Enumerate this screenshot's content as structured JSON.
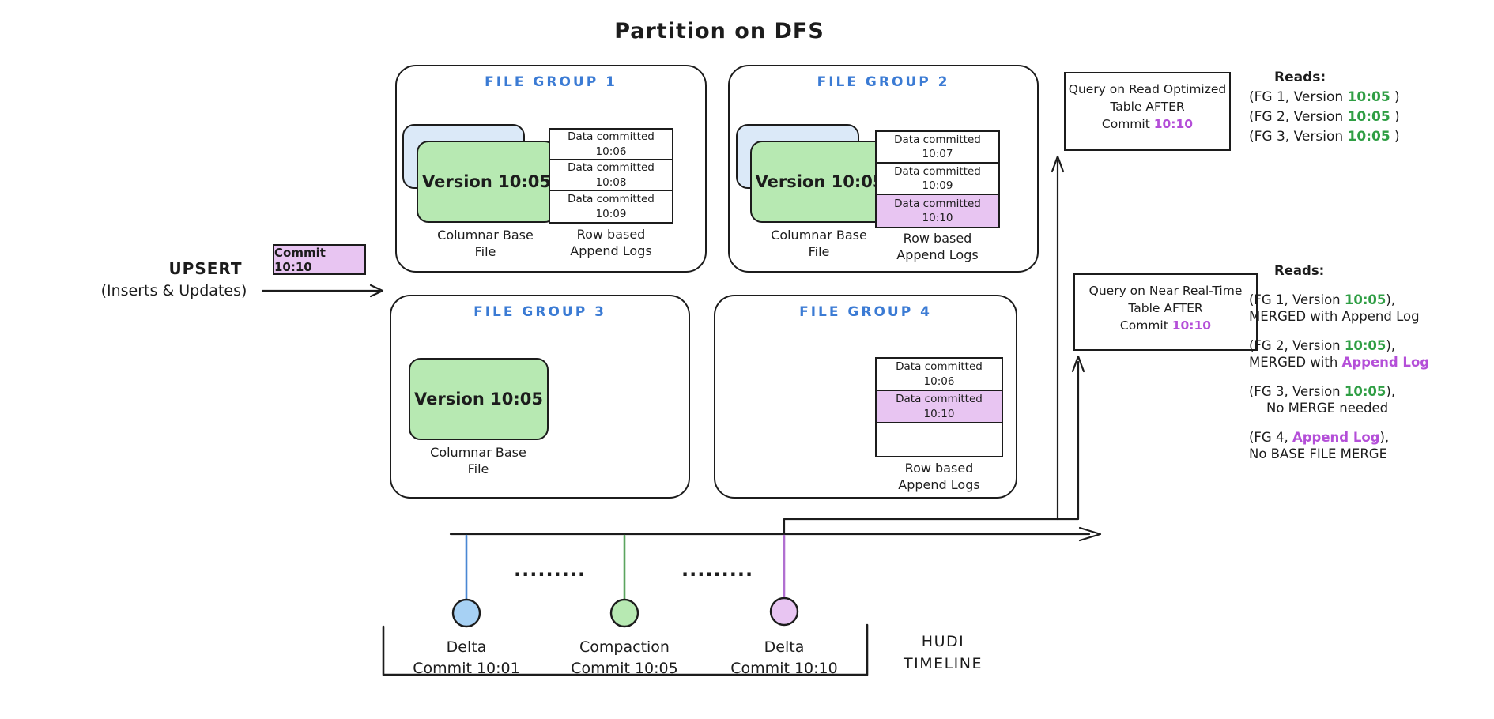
{
  "title": "Partition on DFS",
  "upsert": {
    "title": "UPSERT",
    "subtitle": "(Inserts & Updates)"
  },
  "commit_box": {
    "label": "Commit 10:10"
  },
  "file_groups": {
    "fg1": {
      "name": "FILE GROUP 1",
      "base_version": "Version 10:05",
      "base_caption_line1": "Columnar Base",
      "base_caption_line2": "File",
      "log_rows": [
        {
          "line1": "Data committed",
          "line2": "10:06"
        },
        {
          "line1": "Data committed",
          "line2": "10:08"
        },
        {
          "line1": "Data committed",
          "line2": "10:09"
        }
      ],
      "log_caption_line1": "Row based",
      "log_caption_line2": "Append Logs"
    },
    "fg2": {
      "name": "FILE GROUP 2",
      "base_version": "Version 10:05",
      "base_caption_line1": "Columnar Base",
      "base_caption_line2": "File",
      "log_rows": [
        {
          "line1": "Data committed",
          "line2": "10:07"
        },
        {
          "line1": "Data committed",
          "line2": "10:09"
        },
        {
          "line1": "Data committed",
          "line2": "10:10"
        }
      ],
      "log_caption_line1": "Row based",
      "log_caption_line2": "Append Logs"
    },
    "fg3": {
      "name": "FILE GROUP 3",
      "base_version": "Version 10:05",
      "base_caption_line1": "Columnar Base",
      "base_caption_line2": "File"
    },
    "fg4": {
      "name": "FILE GROUP 4",
      "log_rows": [
        {
          "line1": "Data committed",
          "line2": "10:06"
        },
        {
          "line1": "Data committed",
          "line2": "10:10"
        },
        {
          "line1": "",
          "line2": ""
        }
      ],
      "log_caption_line1": "Row based",
      "log_caption_line2": "Append Logs"
    }
  },
  "queries": {
    "read_optimized": {
      "line1": "Query on Read Optimized",
      "line2": "Table AFTER",
      "commit_label": "Commit ",
      "commit_time": "10:10"
    },
    "near_real_time": {
      "line1": "Query on Near Real-Time",
      "line2": "Table AFTER",
      "commit_label": "Commit ",
      "commit_time": "10:10"
    }
  },
  "reads_read_optimized": {
    "heading": "Reads:",
    "lines": [
      {
        "pre": "(FG 1, Version ",
        "time": "10:05",
        "post": " )"
      },
      {
        "pre": "(FG 2, Version ",
        "time": "10:05",
        "post": " )"
      },
      {
        "pre": "(FG 3, Version ",
        "time": "10:05",
        "post": " )"
      }
    ]
  },
  "reads_near_real_time": {
    "heading": "Reads:",
    "items": [
      {
        "pre": "(FG 1, Version ",
        "time": "10:05",
        "accent": "",
        "post": "),",
        "sub_pre": "MERGED with Append Log",
        "sub_accent": ""
      },
      {
        "pre": "(FG 2, Version ",
        "time": "10:05",
        "accent": "",
        "post": "),",
        "sub_pre": "MERGED with ",
        "sub_accent": "Append Log"
      },
      {
        "pre": "(FG 3, Version ",
        "time": "10:05",
        "accent": "",
        "post": "),",
        "sub_pre": "No MERGE needed",
        "sub_accent": ""
      },
      {
        "pre": "(FG 4, ",
        "time": "",
        "accent": "Append Log",
        "post": "),",
        "sub_pre": "No BASE FILE MERGE",
        "sub_accent": ""
      }
    ]
  },
  "timeline": {
    "dots": "·········",
    "commits": [
      {
        "type": "Delta",
        "time": "Commit 10:01",
        "color": "#4a87d3"
      },
      {
        "type": "Compaction",
        "time": "Commit 10:05",
        "color": "#5ba45f"
      },
      {
        "type": "Delta",
        "time": "Commit 10:10",
        "color": "#b06fd0"
      }
    ],
    "label_line1": "HUDI",
    "label_line2": "TIMELINE"
  },
  "colors": {
    "file_group_header_blue": "#3b7bd4",
    "base_file_green": "#b7e9b2",
    "stale_base_blue": "#dbe9f8",
    "commit_purple_fill": "#e8c5f2",
    "accent_purple_text": "#b44fd8",
    "accent_green_text": "#2f9e44",
    "timeline_circle_blue": "#a7d1f4",
    "ink": "#1c1c1c"
  }
}
